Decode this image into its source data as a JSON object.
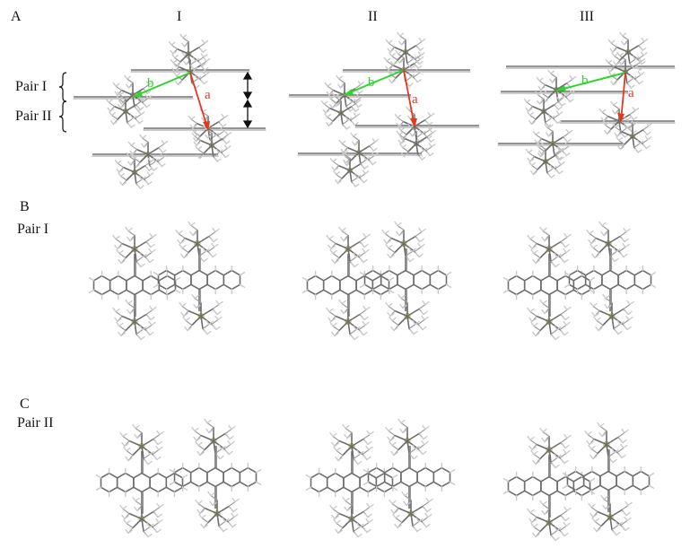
{
  "panels": {
    "A": "A",
    "B": "B",
    "C": "C"
  },
  "columns": [
    "I",
    "II",
    "III"
  ],
  "pairs": {
    "pair_i": "Pair I",
    "pair_ii": "Pair II"
  },
  "vectors": {
    "a": "a",
    "b": "b"
  },
  "colors": {
    "vector_a": "#e8351f",
    "vector_b": "#2bd62b",
    "silicon": "#d8d27a",
    "carbon": "#6d6d6d",
    "hydrogen": "#c9c9c9"
  }
}
